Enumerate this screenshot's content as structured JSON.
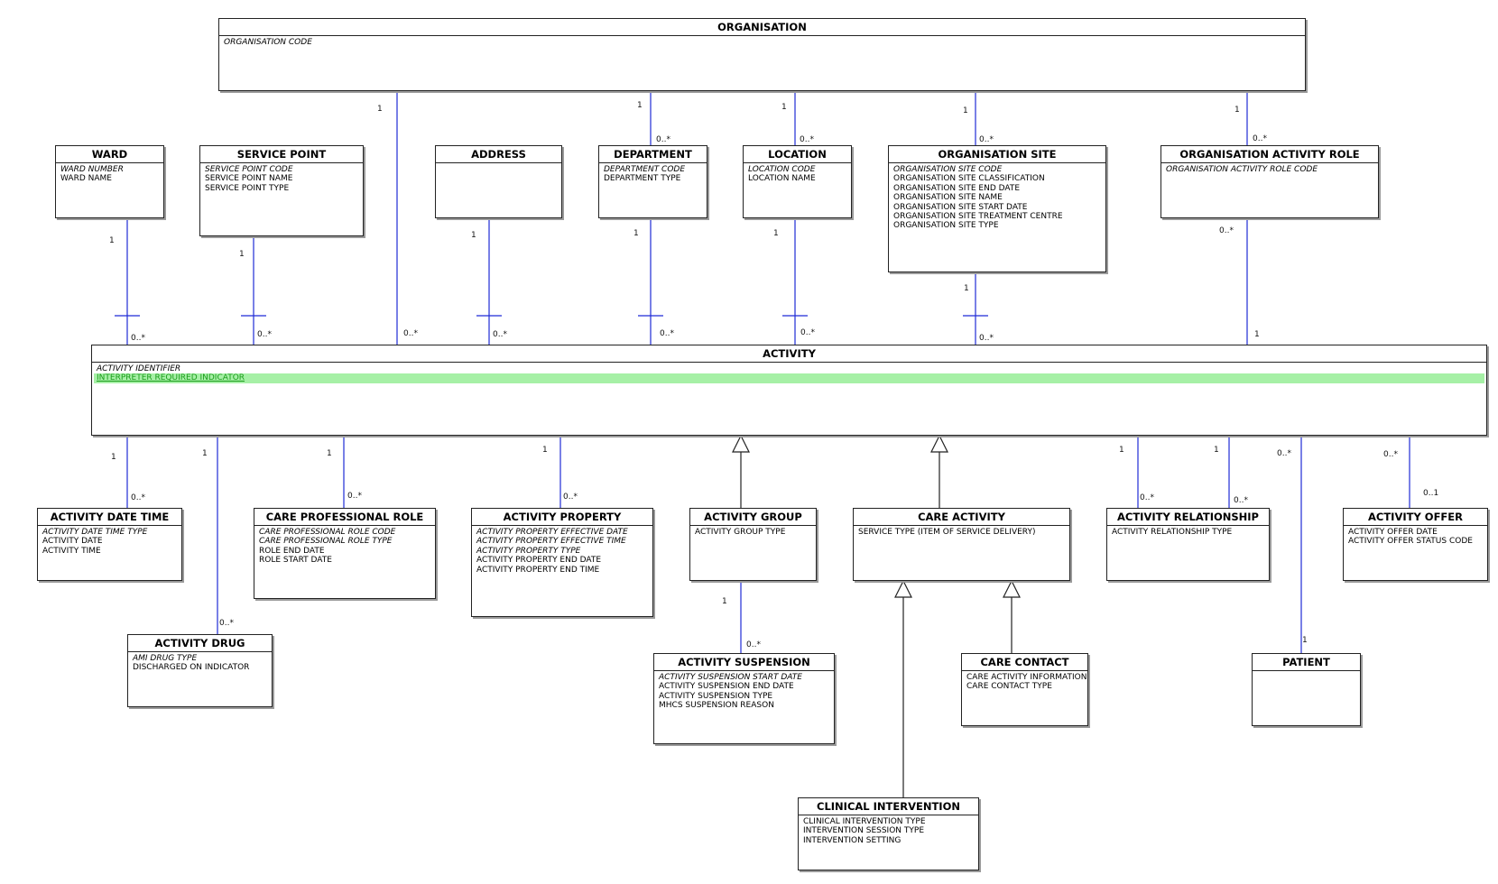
{
  "colors": {
    "association": "#1f2bd6",
    "generalization": "#222222",
    "highlight": "#a6f0a6",
    "highlight_text": "#1a9c1a"
  },
  "entities": {
    "organisation": {
      "title": "ORGANISATION",
      "attributes": [
        "ORGANISATION CODE"
      ]
    },
    "ward": {
      "title": "WARD",
      "attributes": [
        "WARD NUMBER",
        "WARD NAME"
      ]
    },
    "service_point": {
      "title": "SERVICE POINT",
      "attributes": [
        "SERVICE POINT CODE",
        "SERVICE POINT NAME",
        "SERVICE POINT TYPE"
      ]
    },
    "address": {
      "title": "ADDRESS",
      "attributes": []
    },
    "department": {
      "title": "DEPARTMENT",
      "attributes": [
        "DEPARTMENT CODE",
        "DEPARTMENT TYPE"
      ]
    },
    "location": {
      "title": "LOCATION",
      "attributes": [
        "LOCATION CODE",
        "LOCATION NAME"
      ]
    },
    "organisation_site": {
      "title": "ORGANISATION SITE",
      "attributes": [
        "ORGANISATION SITE CODE",
        "ORGANISATION SITE CLASSIFICATION",
        "ORGANISATION SITE END DATE",
        "ORGANISATION SITE NAME",
        "ORGANISATION SITE START DATE",
        "ORGANISATION SITE TREATMENT CENTRE",
        "ORGANISATION SITE TYPE"
      ]
    },
    "organisation_activity_role": {
      "title": "ORGANISATION ACTIVITY ROLE",
      "attributes": [
        "ORGANISATION ACTIVITY ROLE CODE"
      ]
    },
    "activity": {
      "title": "ACTIVITY",
      "attributes": [
        "ACTIVITY IDENTIFIER",
        "INTERPRETER REQUIRED INDICATOR"
      ]
    },
    "activity_date_time": {
      "title": "ACTIVITY DATE TIME",
      "attributes": [
        "ACTIVITY DATE TIME TYPE",
        "ACTIVITY DATE",
        "ACTIVITY TIME"
      ]
    },
    "activity_drug": {
      "title": "ACTIVITY DRUG",
      "attributes": [
        "AMI DRUG TYPE",
        "DISCHARGED ON INDICATOR"
      ]
    },
    "care_professional_role": {
      "title": "CARE PROFESSIONAL ROLE",
      "attributes": [
        "CARE PROFESSIONAL ROLE CODE",
        "CARE PROFESSIONAL ROLE TYPE",
        "ROLE END DATE",
        "ROLE START DATE"
      ]
    },
    "activity_property": {
      "title": "ACTIVITY PROPERTY",
      "attributes": [
        "ACTIVITY PROPERTY EFFECTIVE DATE",
        "ACTIVITY PROPERTY EFFECTIVE TIME",
        "ACTIVITY PROPERTY TYPE",
        "ACTIVITY PROPERTY END DATE",
        "ACTIVITY PROPERTY END TIME"
      ]
    },
    "activity_group": {
      "title": "ACTIVITY GROUP",
      "attributes": [
        "ACTIVITY GROUP TYPE"
      ]
    },
    "activity_suspension": {
      "title": "ACTIVITY SUSPENSION",
      "attributes": [
        "ACTIVITY SUSPENSION START DATE",
        "ACTIVITY SUSPENSION END DATE",
        "ACTIVITY SUSPENSION TYPE",
        "MHCS SUSPENSION REASON"
      ]
    },
    "care_activity": {
      "title": "CARE ACTIVITY",
      "attributes": [
        "SERVICE TYPE (ITEM OF SERVICE DELIVERY)"
      ]
    },
    "care_contact": {
      "title": "CARE CONTACT",
      "attributes": [
        "CARE ACTIVITY INFORMATION",
        "CARE CONTACT TYPE"
      ]
    },
    "clinical_intervention": {
      "title": "CLINICAL INTERVENTION",
      "attributes": [
        "CLINICAL INTERVENTION TYPE",
        "INTERVENTION SESSION TYPE",
        "INTERVENTION SETTING"
      ]
    },
    "activity_relationship": {
      "title": "ACTIVITY RELATIONSHIP",
      "attributes": [
        "ACTIVITY RELATIONSHIP TYPE"
      ]
    },
    "patient": {
      "title": "PATIENT",
      "attributes": []
    },
    "activity_offer": {
      "title": "ACTIVITY OFFER",
      "attributes": [
        "ACTIVITY OFFER DATE",
        "ACTIVITY OFFER STATUS CODE"
      ]
    }
  },
  "relationships": [
    {
      "from": "organisation",
      "to": "activity",
      "from_mult": "1",
      "to_mult": "0..*",
      "kind": "association"
    },
    {
      "from": "organisation",
      "to": "department",
      "from_mult": "1",
      "to_mult": "0..*",
      "kind": "association"
    },
    {
      "from": "organisation",
      "to": "location",
      "from_mult": "1",
      "to_mult": "0..*",
      "kind": "association"
    },
    {
      "from": "organisation",
      "to": "organisation_site",
      "from_mult": "1",
      "to_mult": "0..*",
      "kind": "association"
    },
    {
      "from": "organisation",
      "to": "organisation_activity_role",
      "from_mult": "1",
      "to_mult": "0..*",
      "kind": "association"
    },
    {
      "from": "ward",
      "to": "activity",
      "from_mult": "1",
      "to_mult": "0..*",
      "kind": "association"
    },
    {
      "from": "service_point",
      "to": "activity",
      "from_mult": "1",
      "to_mult": "0..*",
      "kind": "association"
    },
    {
      "from": "address",
      "to": "activity",
      "from_mult": "1",
      "to_mult": "0..*",
      "kind": "association"
    },
    {
      "from": "department",
      "to": "activity",
      "from_mult": "1",
      "to_mult": "0..*",
      "kind": "association"
    },
    {
      "from": "location",
      "to": "activity",
      "from_mult": "1",
      "to_mult": "0..*",
      "kind": "association"
    },
    {
      "from": "organisation_site",
      "to": "activity",
      "from_mult": "1",
      "to_mult": "0..*",
      "kind": "association"
    },
    {
      "from": "organisation_activity_role",
      "to": "activity",
      "from_mult": "0..*",
      "to_mult": "1",
      "kind": "association"
    },
    {
      "from": "activity",
      "to": "activity_date_time",
      "from_mult": "1",
      "to_mult": "0..*",
      "kind": "association"
    },
    {
      "from": "activity",
      "to": "activity_drug",
      "from_mult": "1",
      "to_mult": "0..*",
      "kind": "association"
    },
    {
      "from": "activity",
      "to": "care_professional_role",
      "from_mult": "1",
      "to_mult": "0..*",
      "kind": "association"
    },
    {
      "from": "activity",
      "to": "activity_property",
      "from_mult": "1",
      "to_mult": "0..*",
      "kind": "association"
    },
    {
      "from": "activity_group",
      "to": "activity",
      "kind": "generalization"
    },
    {
      "from": "activity_group",
      "to": "activity_suspension",
      "from_mult": "1",
      "to_mult": "0..*",
      "kind": "association"
    },
    {
      "from": "care_activity",
      "to": "activity",
      "kind": "generalization"
    },
    {
      "from": "clinical_intervention",
      "to": "care_activity",
      "kind": "generalization"
    },
    {
      "from": "care_contact",
      "to": "care_activity",
      "kind": "generalization"
    },
    {
      "from": "activity",
      "to": "activity_relationship",
      "from_mult": "1",
      "to_mult": "0..*",
      "kind": "association"
    },
    {
      "from": "activity",
      "to": "activity_relationship",
      "from_mult": "1",
      "to_mult": "0..*",
      "kind": "association"
    },
    {
      "from": "activity",
      "to": "patient",
      "from_mult": "0..*",
      "to_mult": "1",
      "kind": "association"
    },
    {
      "from": "activity",
      "to": "activity_offer",
      "from_mult": "0..*",
      "to_mult": "0..1",
      "kind": "association"
    }
  ]
}
